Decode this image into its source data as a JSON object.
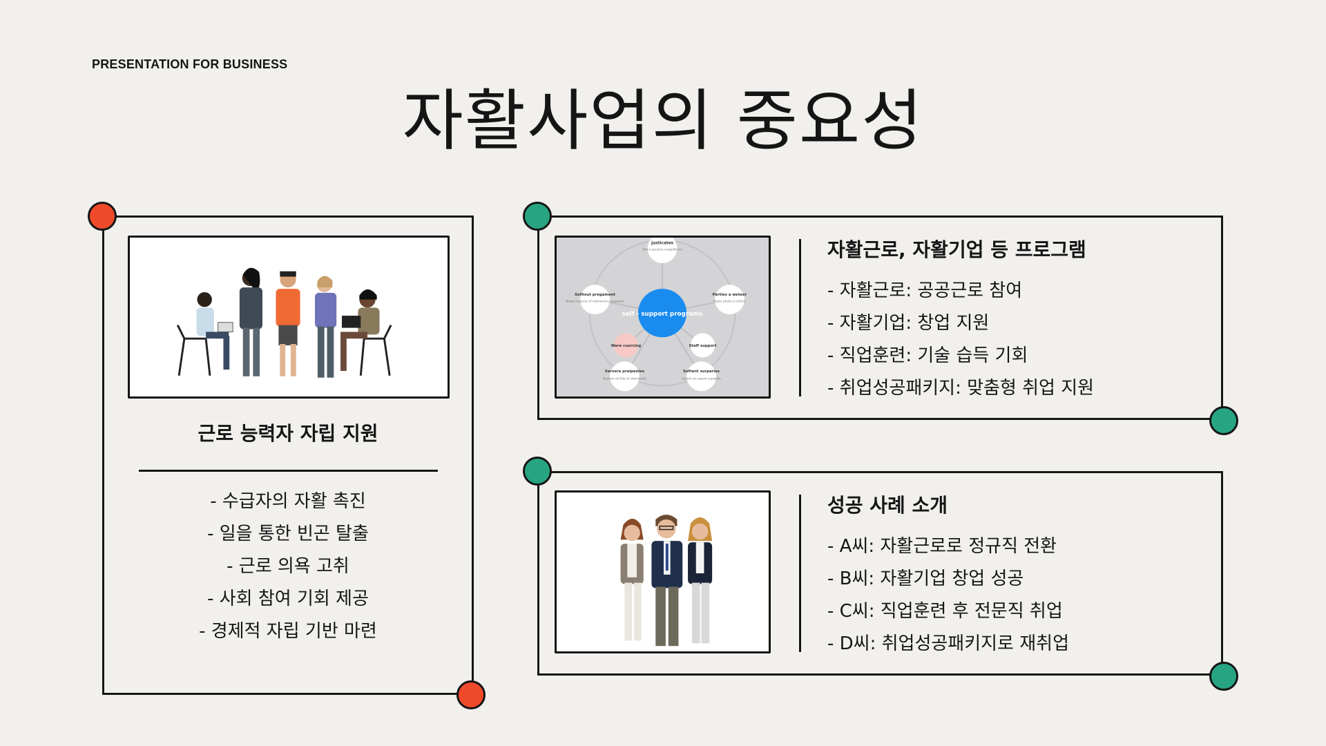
{
  "header": {
    "eyebrow": "PRESENTATION FOR BUSINESS",
    "title": "자활사업의 중요성"
  },
  "colors": {
    "background": "#f1f0ed",
    "accent_red": "#ef4a2a",
    "accent_green": "#27a583",
    "ink": "#151515",
    "diagram_blue": "#1a8cf0",
    "diagram_pink": "#f7c9c6"
  },
  "left_card": {
    "image_icon": "team-meeting-illustration",
    "heading": "근로 능력자 자립 지원",
    "bullets": [
      "- 수급자의 자활 촉진",
      "- 일을 통한 빈곤 탈출",
      "- 근로 의욕 고취",
      "- 사회 참여 기회 제공",
      "- 경제적 자립 기반 마련"
    ]
  },
  "top_right_card": {
    "diagram": {
      "center_label": "self - support programs",
      "nodes": [
        {
          "title": "justicates",
          "desc": "Elecu pecunis aregelfecns"
        },
        {
          "title": "Partles a weteer",
          "desc": "Pupto photo o clefere"
        },
        {
          "title": "Staff support",
          "desc": ""
        },
        {
          "title": "Seftent surparies",
          "desc": "Learet ue suport suppetle"
        },
        {
          "title": "Servera preipenies",
          "desc": "Bectew ud foly of charments"
        },
        {
          "title": "Ware cuurcing",
          "desc": ""
        },
        {
          "title": "Selltout pregament",
          "desc": "Bsiap moprest of elemeoons arepenes"
        }
      ]
    },
    "heading": "자활근로, 자활기업 등 프로그램",
    "bullets": [
      "- 자활근로: 공공근로 참여",
      "- 자활기업: 창업 지원",
      "- 직업훈련: 기술 습득 기회",
      "- 취업성공패키지: 맞춤형 취업 지원"
    ]
  },
  "bottom_right_card": {
    "image_icon": "three-professionals-illustration",
    "heading": "성공 사례 소개",
    "bullets": [
      "- A씨: 자활근로로 정규직 전환",
      "- B씨: 자활기업 창업 성공",
      "- C씨: 직업훈련 후 전문직 취업",
      "- D씨: 취업성공패키지로 재취업"
    ]
  }
}
